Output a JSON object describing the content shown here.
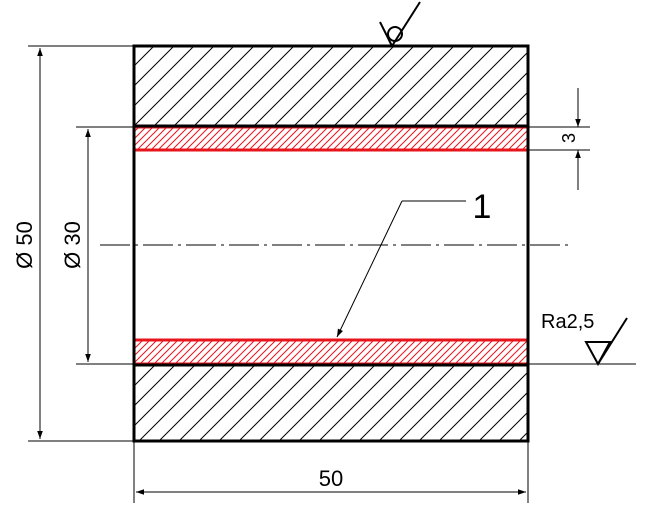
{
  "colors": {
    "outline": "#000000",
    "coating": "#e8141c",
    "background": "#ffffff"
  },
  "dimensions": {
    "outer_diameter": "Ø 50",
    "inner_diameter": "Ø 30",
    "coating_thickness": "3",
    "length": "50"
  },
  "callout": {
    "label": "1"
  },
  "surface_finish": {
    "roughness": "Ra2,5"
  }
}
